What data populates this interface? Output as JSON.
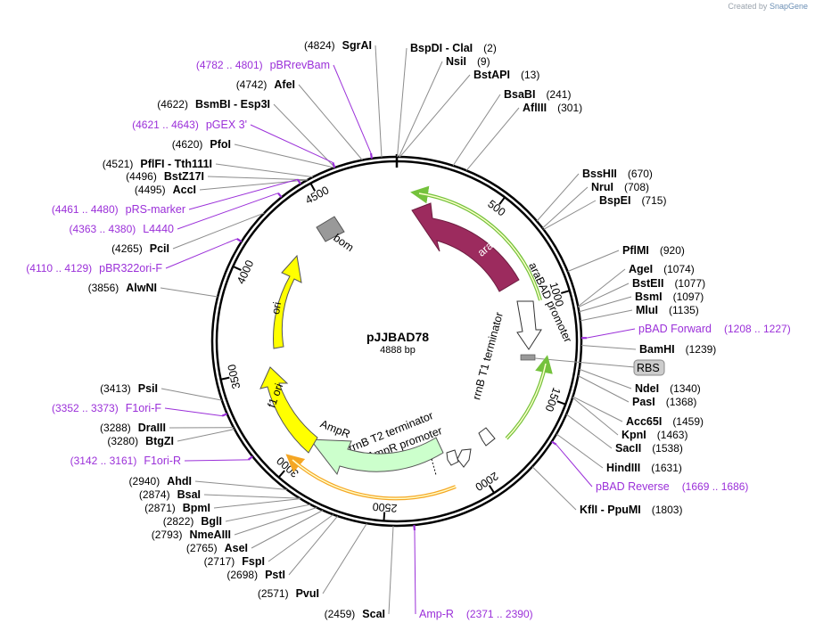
{
  "watermark": {
    "prefix": "Created by",
    "brand": "SnapGene"
  },
  "plasmid": {
    "name": "pJJBAD78",
    "length_label": "4888 bp",
    "length": 4888
  },
  "colors": {
    "backbone": "#000000",
    "site_line": "#8c8c8c",
    "primer": "#9b30d9",
    "araC": "#9c2b5e",
    "ori": "#ffff00",
    "ampR": "#ccffcc",
    "green_outline": "#74c23c",
    "orange_outline": "#f5a623",
    "grey": "#999999"
  },
  "ticks": [
    {
      "pos": 500,
      "label": "500"
    },
    {
      "pos": 1000,
      "label": "1000"
    },
    {
      "pos": 1500,
      "label": "1500"
    },
    {
      "pos": 2000,
      "label": "2000"
    },
    {
      "pos": 2500,
      "label": "2500"
    },
    {
      "pos": 3000,
      "label": "3000"
    },
    {
      "pos": 3500,
      "label": "3500"
    },
    {
      "pos": 4000,
      "label": "4000"
    },
    {
      "pos": 4500,
      "label": "4500"
    }
  ],
  "features": [
    {
      "id": "araC",
      "label": "araC"
    },
    {
      "id": "araBAD",
      "label": "araBAD promoter"
    },
    {
      "id": "rrnBT1",
      "label": "rrnB T1 terminator"
    },
    {
      "id": "rrnBT2",
      "label": "rrnB T2 terminator"
    },
    {
      "id": "AmpRprom",
      "label": "AmpR promoter"
    },
    {
      "id": "AmpR",
      "label": "AmpR"
    },
    {
      "id": "f1ori",
      "label": "f1 ori"
    },
    {
      "id": "ori",
      "label": "ori"
    },
    {
      "id": "bom",
      "label": "bom"
    },
    {
      "id": "RBS",
      "label": "RBS"
    }
  ],
  "sites": [
    {
      "name": "BspDI  -  ClaI",
      "pos": "(2)"
    },
    {
      "name": "NsiI",
      "pos": "(9)"
    },
    {
      "name": "BstAPI",
      "pos": "(13)"
    },
    {
      "name": "BsaBI",
      "pos": "(241)"
    },
    {
      "name": "AflIII",
      "pos": "(301)"
    },
    {
      "name": "BssHII",
      "pos": "(670)"
    },
    {
      "name": "NruI",
      "pos": "(708)"
    },
    {
      "name": "BspEI",
      "pos": "(715)"
    },
    {
      "name": "PflMI",
      "pos": "(920)"
    },
    {
      "name": "AgeI",
      "pos": "(1074)"
    },
    {
      "name": "BstEII",
      "pos": "(1077)"
    },
    {
      "name": "BsmI",
      "pos": "(1097)"
    },
    {
      "name": "MluI",
      "pos": "(1135)"
    },
    {
      "name": "BamHI",
      "pos": "(1239)"
    },
    {
      "name": "NdeI",
      "pos": "(1340)"
    },
    {
      "name": "PasI",
      "pos": "(1368)"
    },
    {
      "name": "Acc65I",
      "pos": "(1459)"
    },
    {
      "name": "KpnI",
      "pos": "(1463)"
    },
    {
      "name": "SacII",
      "pos": "(1538)"
    },
    {
      "name": "HindIII",
      "pos": "(1631)"
    },
    {
      "name": "KflI  -  PpuMI",
      "pos": "(1803)"
    },
    {
      "name": "ScaI",
      "pos": "(2459)"
    },
    {
      "name": "PvuI",
      "pos": "(2571)"
    },
    {
      "name": "PstI",
      "pos": "(2698)"
    },
    {
      "name": "FspI",
      "pos": "(2717)"
    },
    {
      "name": "AseI",
      "pos": "(2765)"
    },
    {
      "name": "NmeAIII",
      "pos": "(2793)"
    },
    {
      "name": "BglI",
      "pos": "(2822)"
    },
    {
      "name": "BpmI",
      "pos": "(2871)"
    },
    {
      "name": "BsaI",
      "pos": "(2874)"
    },
    {
      "name": "AhdI",
      "pos": "(2940)"
    },
    {
      "name": "BtgZI",
      "pos": "(3280)"
    },
    {
      "name": "DraIII",
      "pos": "(3288)"
    },
    {
      "name": "PsiI",
      "pos": "(3413)"
    },
    {
      "name": "AlwNI",
      "pos": "(3856)"
    },
    {
      "name": "PciI",
      "pos": "(4265)"
    },
    {
      "name": "AccI",
      "pos": "(4495)"
    },
    {
      "name": "BstZ17I",
      "pos": "(4496)"
    },
    {
      "name": "PflFI  -  Tth111I",
      "pos": "(4521)"
    },
    {
      "name": "PfoI",
      "pos": "(4620)"
    },
    {
      "name": "BsmBI  -  Esp3I",
      "pos": "(4622)"
    },
    {
      "name": "AfeI",
      "pos": "(4742)"
    },
    {
      "name": "SgrAI",
      "pos": "(4824)"
    }
  ],
  "primers": [
    {
      "name": "pBAD Forward",
      "range": "(1208 .. 1227)"
    },
    {
      "name": "pBAD Reverse",
      "range": "(1669 .. 1686)"
    },
    {
      "name": "Amp-R",
      "range": "(2371 .. 2390)"
    },
    {
      "name": "F1ori-R",
      "range": "(3142 .. 3161)"
    },
    {
      "name": "F1ori-F",
      "range": "(3352 .. 3373)"
    },
    {
      "name": "pBR322ori-F",
      "range": "(4110 .. 4129)"
    },
    {
      "name": "L4440",
      "range": "(4363 .. 4380)"
    },
    {
      "name": "pRS-marker",
      "range": "(4461 .. 4480)"
    },
    {
      "name": "pGEX 3'",
      "range": "(4621 .. 4643)"
    },
    {
      "name": "pBRrevBam",
      "range": "(4782 .. 4801)"
    }
  ]
}
